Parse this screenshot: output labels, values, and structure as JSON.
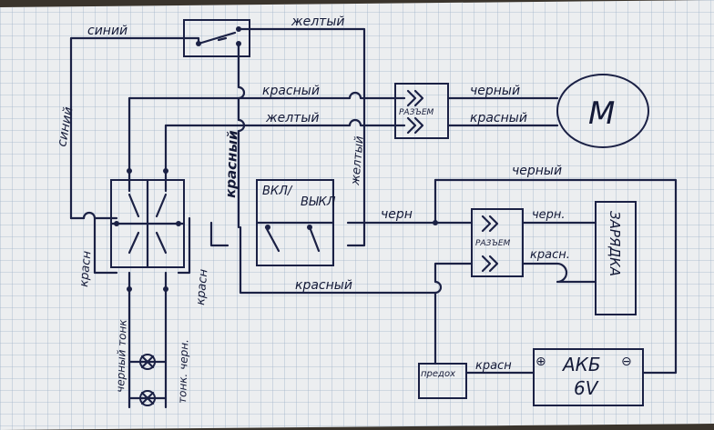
{
  "labels": {
    "siniy_top": "синий",
    "zheltyi_top": "желтый",
    "siniy_left": "синий",
    "krasnyi_mid": "красный",
    "zheltyi_mid": "желтый",
    "krasnyi_vert": "красный",
    "zheltyi_vert": "желтый",
    "razem1": "РАЗЪЕМ",
    "chernyi_motor": "черный",
    "krasnyi_motor": "красный",
    "motor": "M",
    "chernyi_right": "черный",
    "vkl": "ВКЛ/",
    "vykl": "ВЫКЛ",
    "chern_mid": "черн",
    "razem2": "РАЗЪЕМ",
    "chern_charger": "черн.",
    "krasn_charger": "красн.",
    "charger": "ЗАРЯДКА",
    "krasn_left1": "красн",
    "krasn_left2": "красн",
    "krasnyi_bottom": "красный",
    "chernyi_tonk": "черный тонк",
    "tonk_chern": "тонк. черн.",
    "predokh": "предох",
    "krasn_bottom": "красн",
    "akb_line1": "АКБ",
    "akb_line2": "6V",
    "plus": "⊕",
    "minus": "⊖"
  }
}
